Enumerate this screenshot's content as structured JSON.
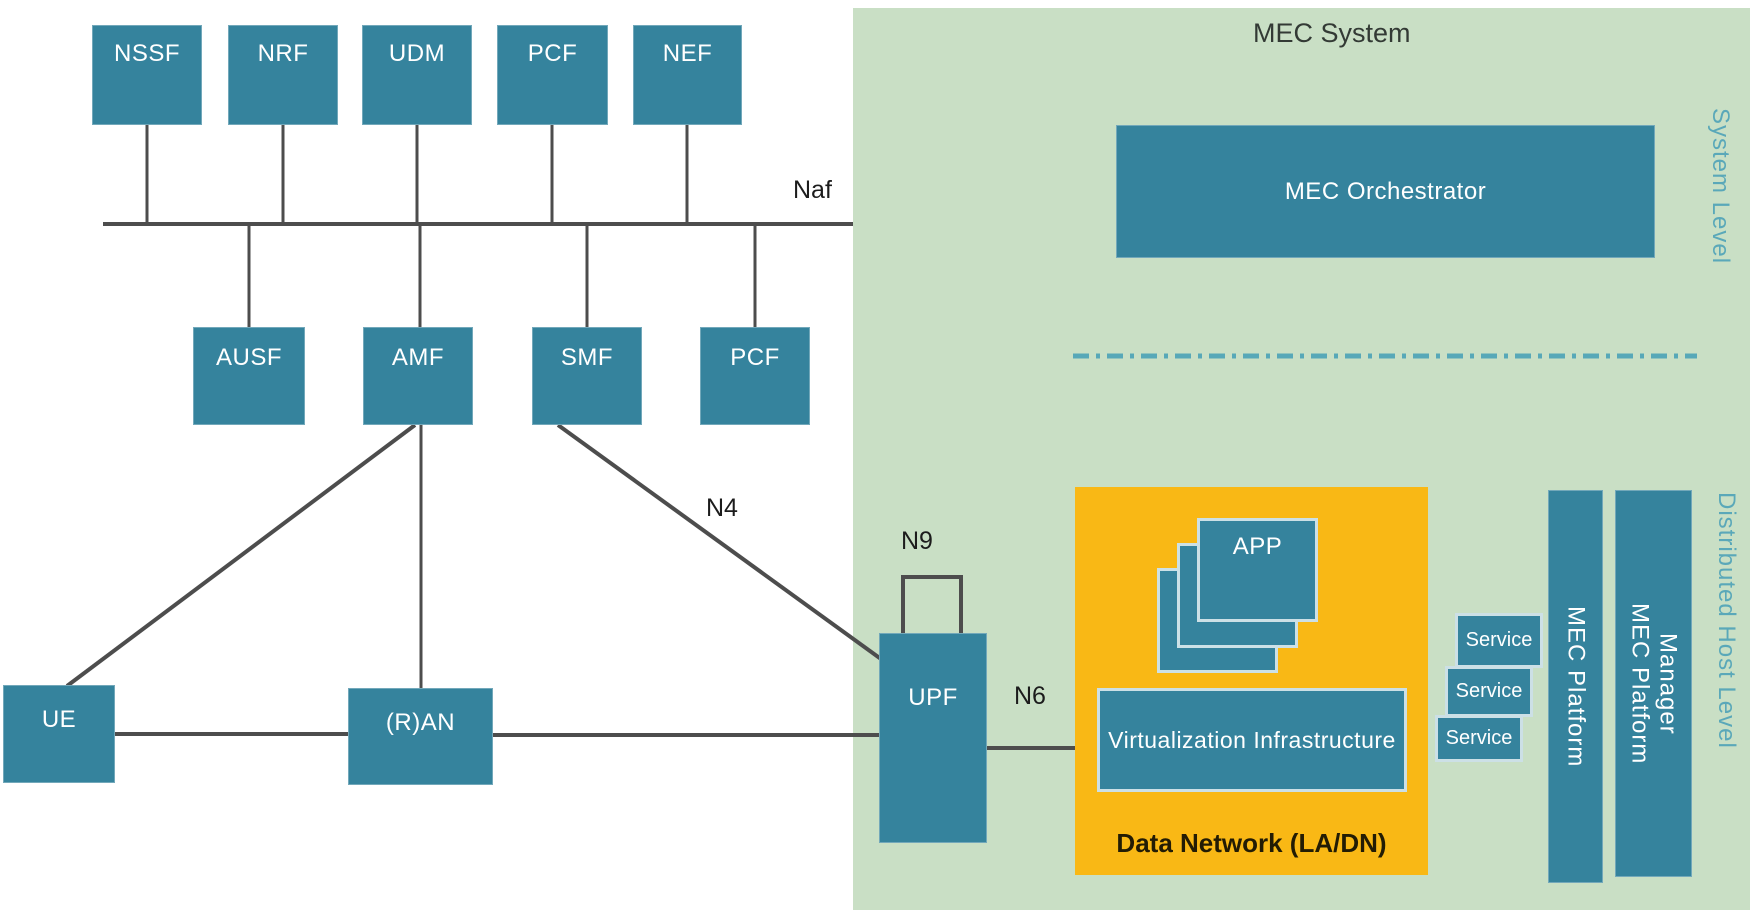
{
  "palette": {
    "teal": "#35839d",
    "panel_green": "#c9dfc5",
    "orange": "#f9b815",
    "wire_gray": "#4d4d4d",
    "divider_teal": "#57a8b8",
    "side_label_teal": "#5aa8b9"
  },
  "core": {
    "top_row": [
      "NSSF",
      "NRF",
      "UDM",
      "PCF",
      "NEF"
    ],
    "mid_row": [
      "AUSF",
      "AMF",
      "SMF",
      "PCF"
    ],
    "ue": "UE",
    "ran": "(R)AN",
    "upf": "UPF",
    "bus_label": "Naf",
    "links": {
      "n4": "N4",
      "n9": "N9",
      "n6": "N6"
    }
  },
  "mec": {
    "title": "MEC System",
    "orchestrator": "MEC Orchestrator",
    "levels": {
      "system": "System Level",
      "distributed": "Distributed Host Level"
    },
    "app": "APP",
    "virtualization": "Virtualization Infrastructure",
    "data_network": "Data Network (LA/DN)",
    "services": [
      "Service",
      "Service",
      "Service"
    ],
    "platform": "MEC Platform",
    "platform_manager_lines": [
      "MEC Platform",
      "Manager"
    ]
  }
}
